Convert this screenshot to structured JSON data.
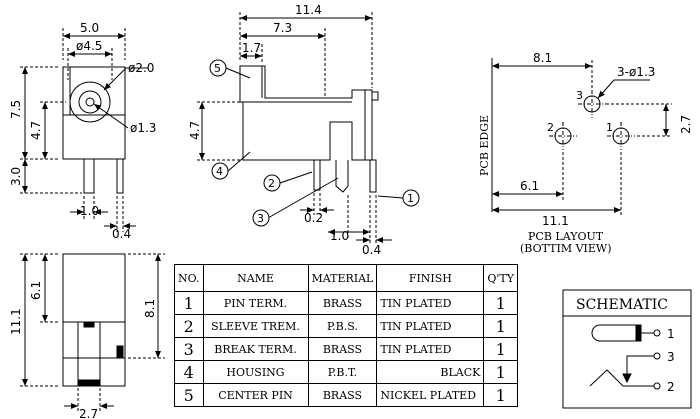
{
  "front_view": {
    "dims": [
      "5.0",
      "ø4.5",
      "ø2.0",
      "7.5",
      "4.7",
      "ø1.3",
      "3.0",
      "1.0",
      "0.4"
    ]
  },
  "side_view": {
    "dims": [
      "11.4",
      "7.3",
      "1.7",
      "4.7",
      "0.2",
      "1.0",
      "0.4"
    ],
    "callouts": [
      "5",
      "4",
      "2",
      "3",
      "1"
    ]
  },
  "pcb_layout": {
    "dims": [
      "8.1",
      "3-ø1.3",
      "2.7",
      "6.1",
      "11.1"
    ],
    "pads": [
      "3",
      "2",
      "1"
    ],
    "edge_label": "PCB EDGE",
    "title": "PCB LAYOUT",
    "subtitle": "(BOTTIM VIEW)"
  },
  "bottom_view": {
    "dims": [
      "11.1",
      "6.1",
      "8.1",
      "2.7"
    ]
  },
  "parts_table": {
    "headers": [
      "NO.",
      "NAME",
      "MATERIAL",
      "FINISH",
      "Q'TY"
    ],
    "rows": [
      {
        "no": "1",
        "name": "PIN TERM.",
        "material": "BRASS",
        "finish": "TIN PLATED",
        "qty": "1"
      },
      {
        "no": "2",
        "name": "SLEEVE TREM.",
        "material": "P.B.S.",
        "finish": "TIN PLATED",
        "qty": "1"
      },
      {
        "no": "3",
        "name": "BREAK TERM.",
        "material": "BRASS",
        "finish": "TIN PLATED",
        "qty": "1"
      },
      {
        "no": "4",
        "name": "HOUSING",
        "material": "P.B.T.",
        "finish": "BLACK",
        "qty": "1"
      },
      {
        "no": "5",
        "name": "CENTER PIN",
        "material": "BRASS",
        "finish": "NICKEL PLATED",
        "qty": "1"
      }
    ]
  },
  "schematic": {
    "title": "SCHEMATIC",
    "pins": [
      "1",
      "3",
      "2"
    ]
  }
}
